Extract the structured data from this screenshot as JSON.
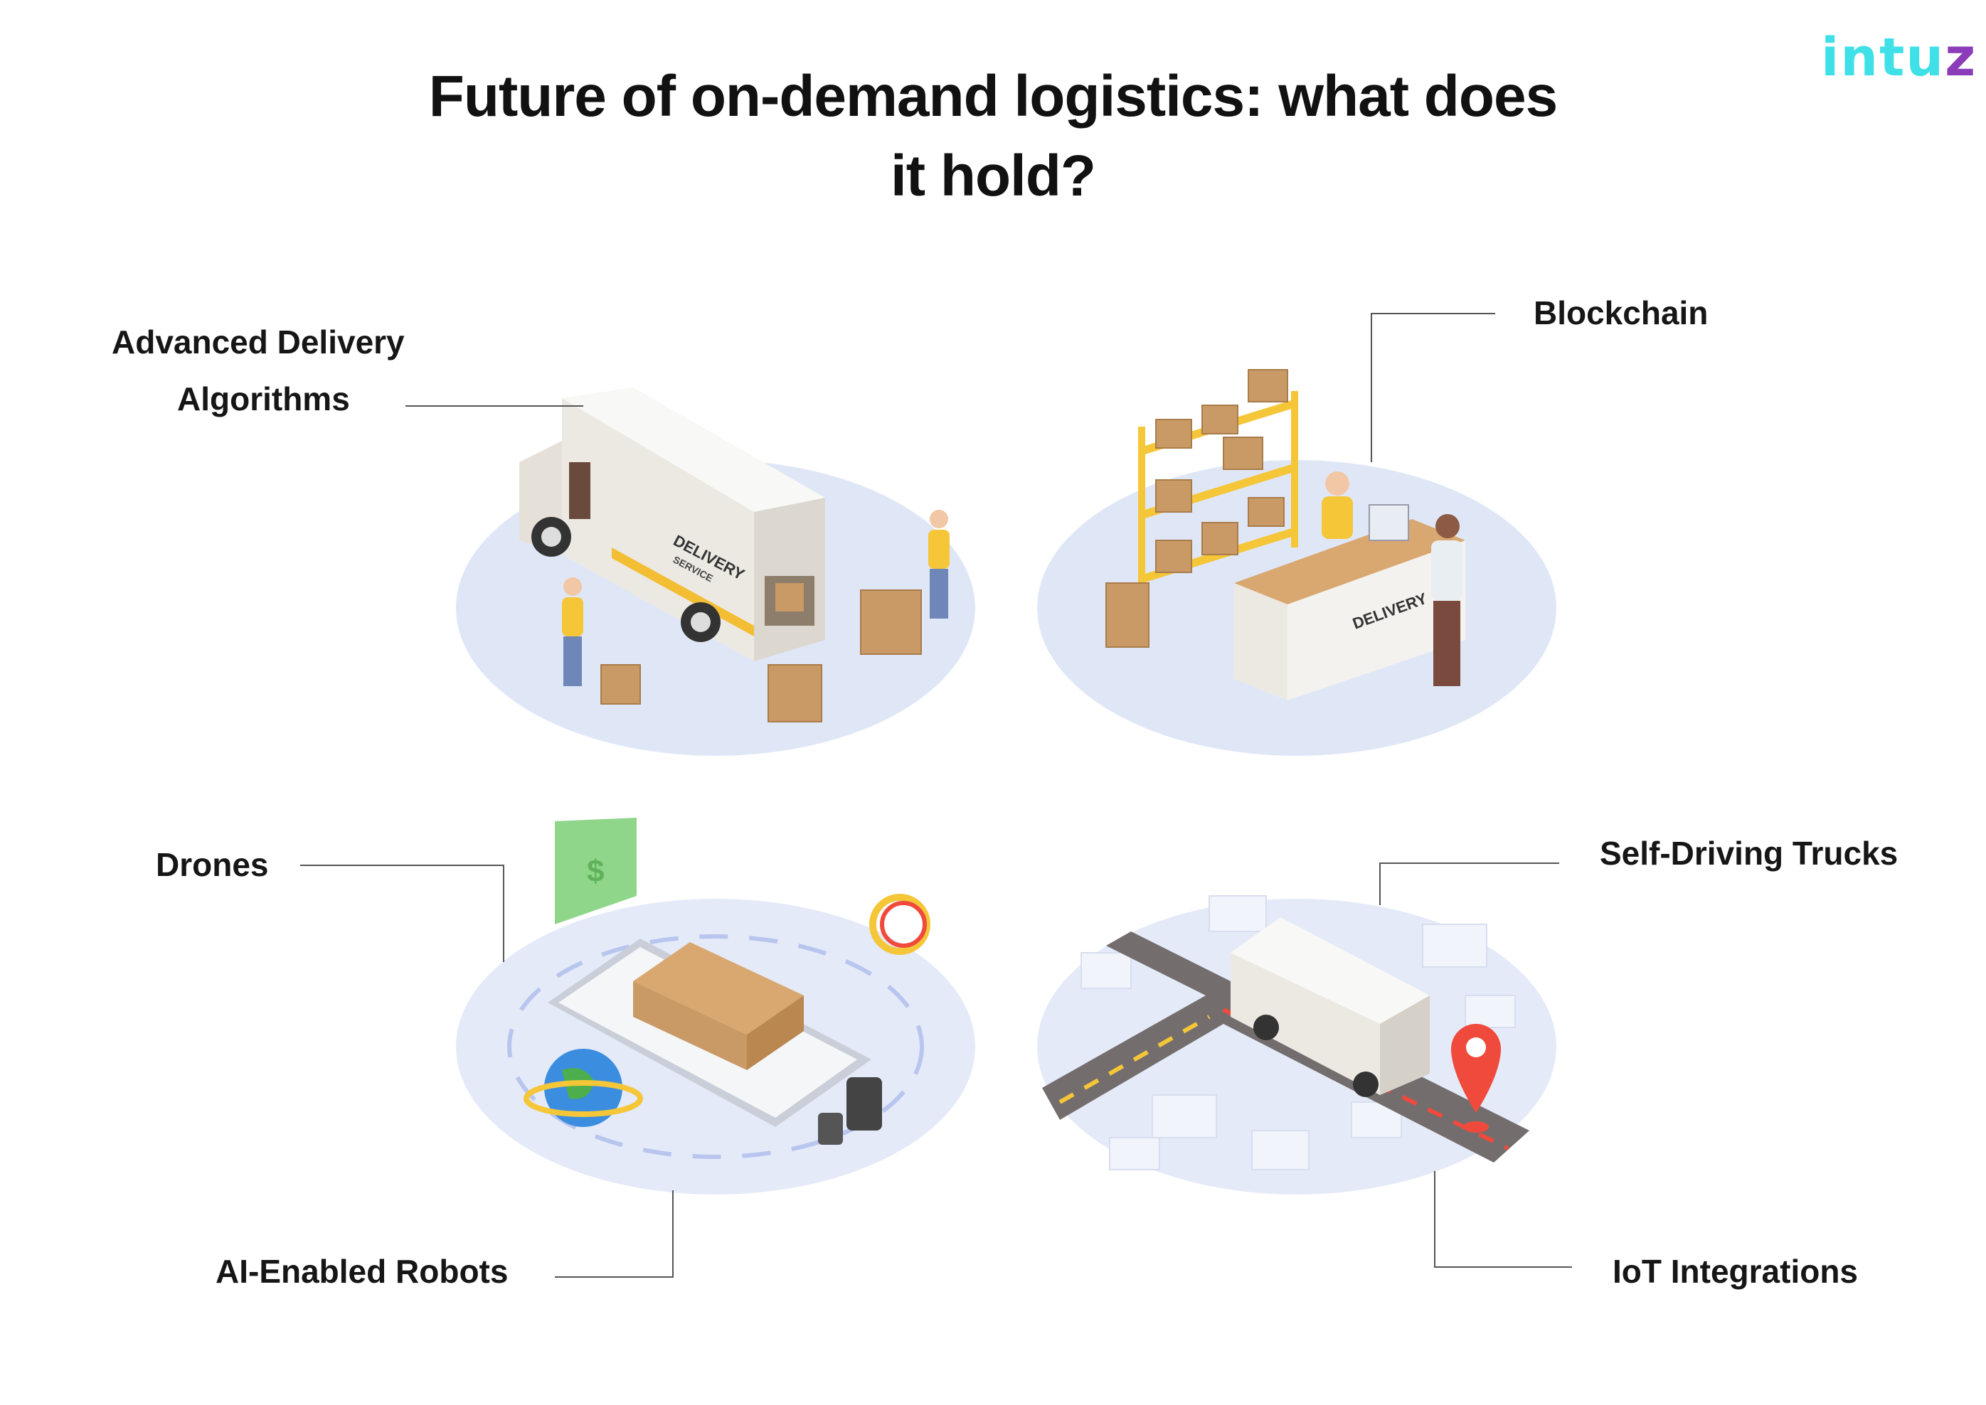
{
  "title": {
    "line1": "Future of on-demand logistics: what does",
    "line2": "it hold?"
  },
  "logo": {
    "text": "intu",
    "z": "z",
    "colors": {
      "main": "#3fe0e8",
      "accent": "#8b3cb8"
    }
  },
  "labels": {
    "advanced_delivery_1": "Advanced Delivery",
    "advanced_delivery_2": "Algorithms",
    "blockchain": "Blockchain",
    "drones": "Drones",
    "ai_robots": "AI-Enabled Robots",
    "self_driving": "Self-Driving Trucks",
    "iot": "IoT Integrations"
  },
  "illustrations": {
    "van_text": "DELIVERY",
    "van_subtext": "SERVICE",
    "counter_text": "DELIVERY",
    "currency_symbol": "$"
  },
  "colors": {
    "platform": "#dfe7f7",
    "box": "#c99a66",
    "worker": "#f5c638",
    "pin": "#ef4a3c"
  }
}
